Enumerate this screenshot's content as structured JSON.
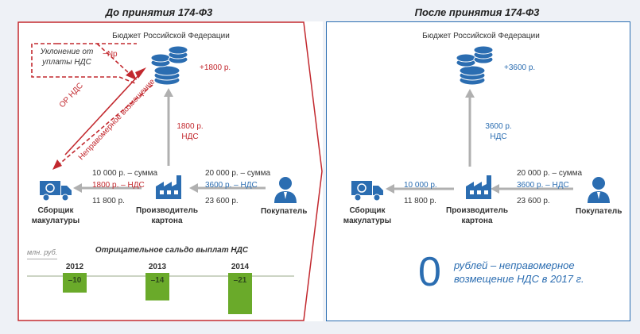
{
  "left": {
    "header": "До принятия 174-Ф3",
    "budget": "Бюджет Российской Федерации",
    "budget_amount": "+1800 р.",
    "evasion": "Уклонение от уплаты НДС",
    "minus_np": "−Np",
    "or_nds": "ОР НДС",
    "improper": "Неправомерное возмещение",
    "vat_up": "1800 р. НДС",
    "to_producer_sum": "20 000 р. – сумма",
    "to_producer_vat": "3600 р. – НДС",
    "to_producer_total": "23 600 р.",
    "to_collector_sum": "10 000 р. – сумма",
    "to_collector_vat": "1800 р. – НДС",
    "to_collector_total": "11 800 р.",
    "collector": "Сборщик макулатуры",
    "producer": "Производитель картона",
    "buyer": "Покупатель"
  },
  "right": {
    "header": "После принятия 174-Ф3",
    "budget": "Бюджет Российской Федерации",
    "budget_amount": "+3600 р.",
    "vat_up": "3600 р. НДС",
    "to_producer_sum": "20 000 р. – сумма",
    "to_producer_vat": "3600 р. – НДС",
    "to_producer_total": "23 600 р.",
    "to_collector_sum": "10 000 р.",
    "to_collector_total": "11 800 р.",
    "collector": "Сборщик макулатуры",
    "producer": "Производитель картона",
    "buyer": "Покупатель",
    "zero": "0",
    "zero_text": "рублей – неправомерное возмещение НДС в 2017 г."
  },
  "chart_data": {
    "type": "bar",
    "title": "Отрицательное сальдо выплат НДС",
    "unit": "млн. руб.",
    "categories": [
      "2012",
      "2013",
      "2014"
    ],
    "values": [
      -10,
      -14,
      -21
    ],
    "labels": [
      "–10",
      "–14",
      "–21"
    ],
    "ylim": [
      -21,
      0
    ]
  },
  "colors": {
    "red": "#c2282e",
    "blue": "#2b6db1",
    "green": "#6aaa2a",
    "dark_green": "#2e4a1c"
  }
}
